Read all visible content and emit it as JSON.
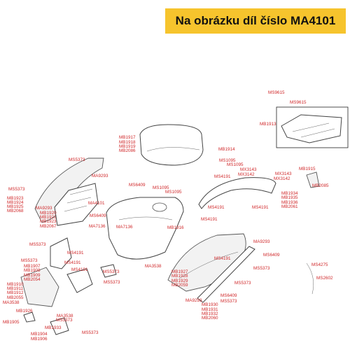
{
  "header": {
    "title": "Na obrázku díl číslo MA4101",
    "background": "#f6c42d"
  },
  "label_color": "#d0282a",
  "labels": [
    "MS9615",
    "MS9615",
    "MB1913",
    "MB1917",
    "MB1918",
    "MB1919",
    "MB2086",
    "MB1914",
    "MS1095",
    "MS1095",
    "MX3143",
    "MX3143",
    "MX3142",
    "MX3142",
    "MS4191",
    "MB1915",
    "MB2085",
    "MS5373",
    "MA9293",
    "MS6409",
    "MS5373",
    "MB1923",
    "MB1924",
    "MB1925",
    "MB2068",
    "MS1095",
    "MS1095",
    "MB1934",
    "MB1935",
    "MB1936",
    "MB2061",
    "MA9293",
    "MB1920",
    "MB1921",
    "MB1923",
    "MB2067",
    "MA4101",
    "MS6409",
    "MS4191",
    "MS4191",
    "MA7136",
    "MA7136",
    "MB1916",
    "MS4191",
    "MS5373",
    "MS4191",
    "MA9293",
    "MS5373",
    "MS4191",
    "MS6409",
    "MS4191",
    "MS4191",
    "MS5373",
    "MA3538",
    "MS5373",
    "MB1907",
    "MB1908",
    "MB1909",
    "MB2054",
    "MB1910",
    "MB1911",
    "MB1912",
    "MB2055",
    "MB1927",
    "MB1928",
    "MB1929",
    "MB2059",
    "MS5373",
    "MS4275",
    "MS5373",
    "MS2602",
    "MA3538",
    "MB1926",
    "MB1905",
    "MA3538",
    "MS5373",
    "MS6409",
    "MA9293",
    "MS5373",
    "MB1930",
    "MB1931",
    "MB1932",
    "MB2060",
    "MB1933",
    "MS5373",
    "MB1904",
    "MB1906"
  ]
}
